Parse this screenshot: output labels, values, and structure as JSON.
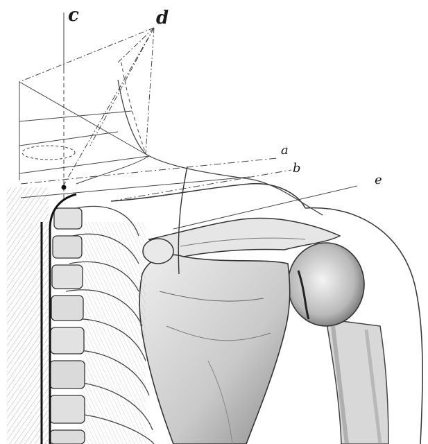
{
  "figure": {
    "labels": {
      "c": "c",
      "d": "d",
      "a": "a",
      "b": "b",
      "e": "e"
    },
    "colors": {
      "ink": "#2a2a2a",
      "bone_shade": "#7a7a7a",
      "paper": "#ffffff"
    }
  }
}
